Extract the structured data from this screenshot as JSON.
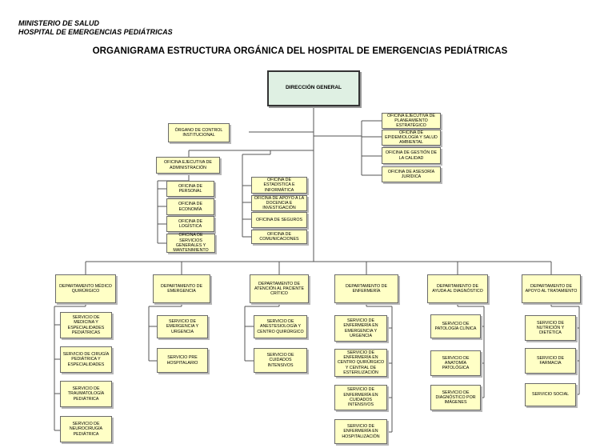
{
  "header": {
    "ministry": "MINISTERIO DE SALUD",
    "hospital": "HOSPITAL DE EMERGENCIAS PEDIÁTRICAS"
  },
  "title": "ORGANIGRAMA ESTRUCTURA ORGÁNICA DEL HOSPITAL DE EMERGENCIAS PEDIÁTRICAS",
  "director": "DIRECCIÓN GENERAL",
  "control": "ÓRGANO DE CONTROL INSTITUCIONAL",
  "right_offices": [
    "OFICINA EJECUTIVA DE PLANEAMIENTO ESTRATÉGICO",
    "OFICINA DE EPIDEMIOLOGÍA Y SALUD AMBIENTAL",
    "OFICINA DE GESTIÓN DE LA CALIDAD",
    "OFICINA DE ASESORÍA JURÍDICA"
  ],
  "admin": {
    "label": "OFICINA EJECUTIVA DE ADMINISTRACIÓN",
    "children": [
      "OFICINA DE PERSONAL",
      "OFICINA DE ECONOMÍA",
      "OFICINA DE LOGÍSTICA",
      "OFICINA DE SERVICIOS GENERALES Y MANTENIMIENTO"
    ]
  },
  "support_offices": [
    "OFICINA DE ESTADÍSTICA E INFORMÁTICA",
    "OFICINA DE APOYO A LA DOCENCIA E INVESTIGACIÓN",
    "OFICINA DE SEGUROS",
    "OFICINA DE COMUNICACIONES"
  ],
  "departments": [
    {
      "label": "DEPARTAMENTO MÉDICO QUIRÚRGICO",
      "services": [
        "SERVICIO DE MEDICINA Y ESPECIALIDADES PEDIÁTRICAS",
        "SERVICIO DE CIRUGÍA PEDIÁTRICA Y ESPECIALIDADES",
        "SERVICIO DE TRAUMATOLOGÍA PEDIÁTRICA",
        "SERVICIO DE NEUROCIRUGÍA PEDIÁTRICA"
      ]
    },
    {
      "label": "DEPARTAMENTO DE EMERGENCIA",
      "services": [
        "SERVICIO DE EMERGENCIA Y URGENCIA",
        "SERVICIO PRE HOSPITALARIO"
      ]
    },
    {
      "label": "DEPARTAMENTO DE ATENCIÓN AL PACIENTE CRÍTICO",
      "services": [
        "SERVICIO DE ANESTESIOLOGÍA Y CENTRO QUIRÚRGICO",
        "SERVICIO DE CUIDADOS INTENSIVOS"
      ]
    },
    {
      "label": "DEPARTAMENTO DE ENFERMERÍA",
      "services": [
        "SERVICIO DE ENFERMERÍA EN EMERGENCIA Y URGENCIA",
        "SERVICIO DE ENFERMERÍA EN CENTRO QUIRÚRGICO Y CENTRAL DE ESTERILIZACIÓN",
        "SERVICIO DE ENFERMERÍA EN CUIDADOS INTENSIVOS",
        "SERVICIO DE ENFERMERÍA EN HOSPITALIZACIÓN"
      ]
    },
    {
      "label": "DEPARTAMENTO DE AYUDA AL DIAGNÓSTICO",
      "services": [
        "SERVICIO DE PATOLOGÍA CLÍNICA",
        "SERVICIO DE ANATOMÍA PATOLÓGICA",
        "SERVICIO DE DIAGNÓSTICO POR IMÁGENES"
      ]
    },
    {
      "label": "DEPARTAMENTO DE APOYO AL TRATAMIENTO",
      "services": [
        "SERVICIO DE NUTRICIÓN Y DIETÉTICA",
        "SERVICIO DE FARMACIA",
        "SERVICIO SOCIAL"
      ]
    }
  ],
  "colors": {
    "box_fill": "#ffffc6",
    "director_fill": "#dff0e3",
    "line": "#555555"
  }
}
